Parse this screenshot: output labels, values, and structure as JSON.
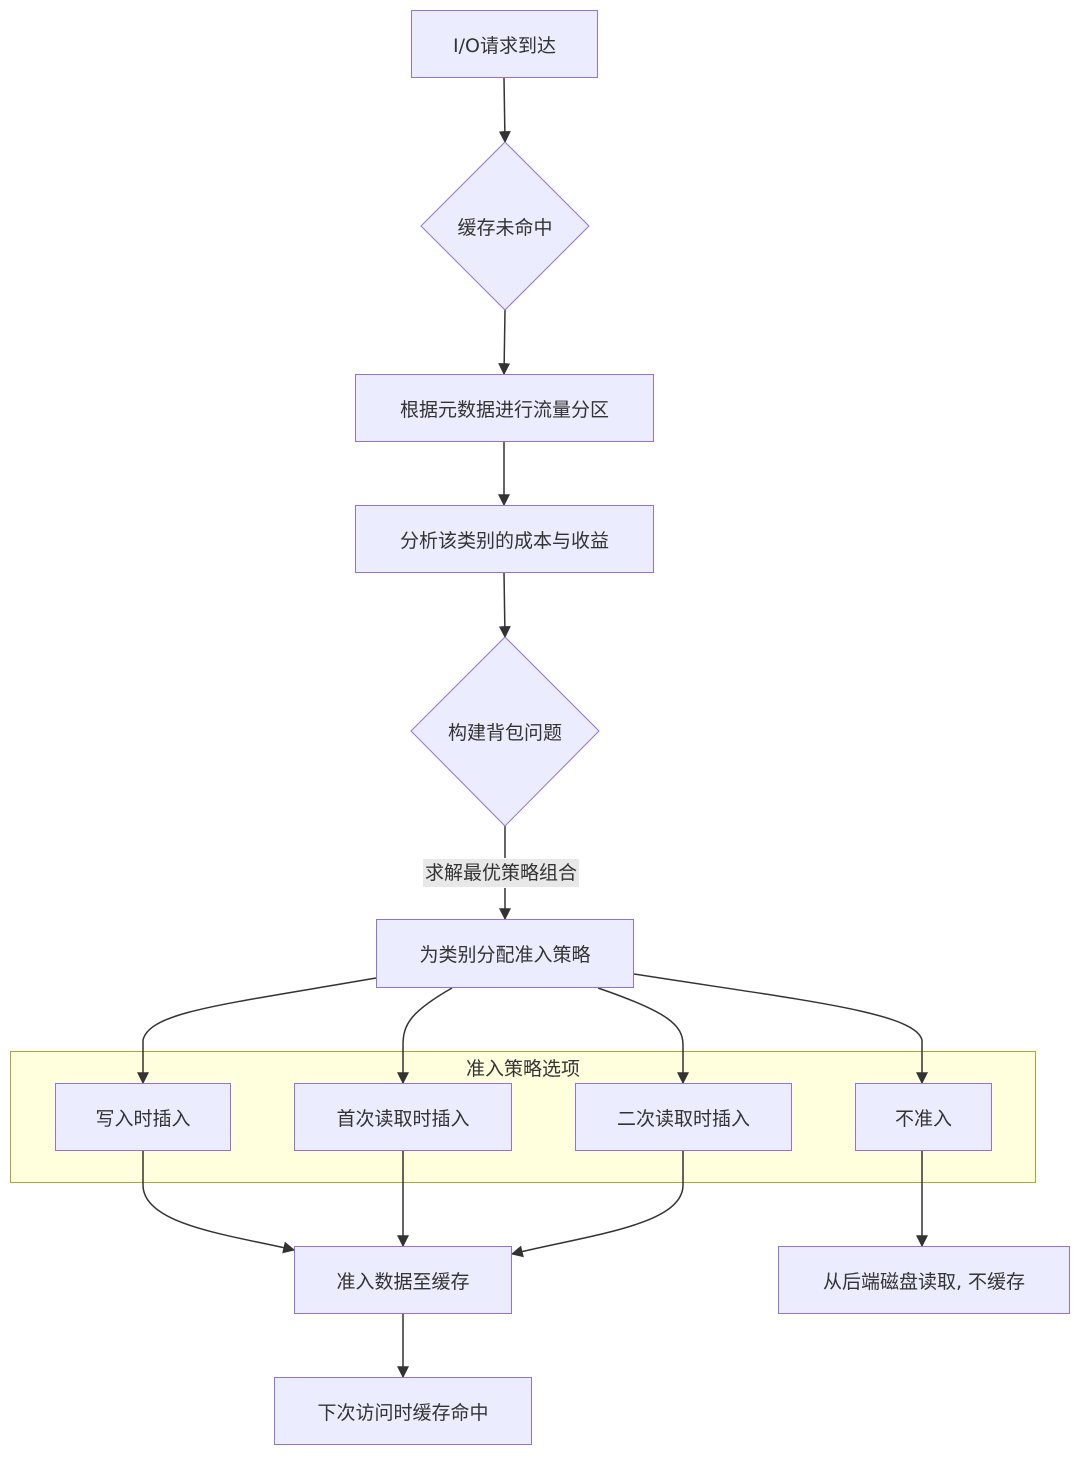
{
  "nodes": {
    "io_request": "I/O请求到达",
    "cache_miss": "缓存未命中",
    "partition": "根据元数据进行流量分区",
    "analyze": "分析该类别的成本与收益",
    "knapsack": "构建背包问题",
    "assign": "为类别分配准入策略",
    "write_insert": "写入时插入",
    "first_read_insert": "首次读取时插入",
    "second_read_insert": "二次读取时插入",
    "no_admit": "不准入",
    "admit_cache": "准入数据至缓存",
    "backend_read": "从后端磁盘读取, 不缓存",
    "next_hit": "下次访问时缓存命中"
  },
  "edge_labels": {
    "solve": "求解最优策略组合"
  },
  "cluster": {
    "title": "准入策略选项"
  },
  "colors": {
    "node_fill": "#ECECFF",
    "node_border": "#9370DB",
    "cluster_fill": "#ffffde",
    "cluster_border": "#aaaa33",
    "edge": "#333333",
    "edge_label_bg": "#e8e8e8"
  }
}
